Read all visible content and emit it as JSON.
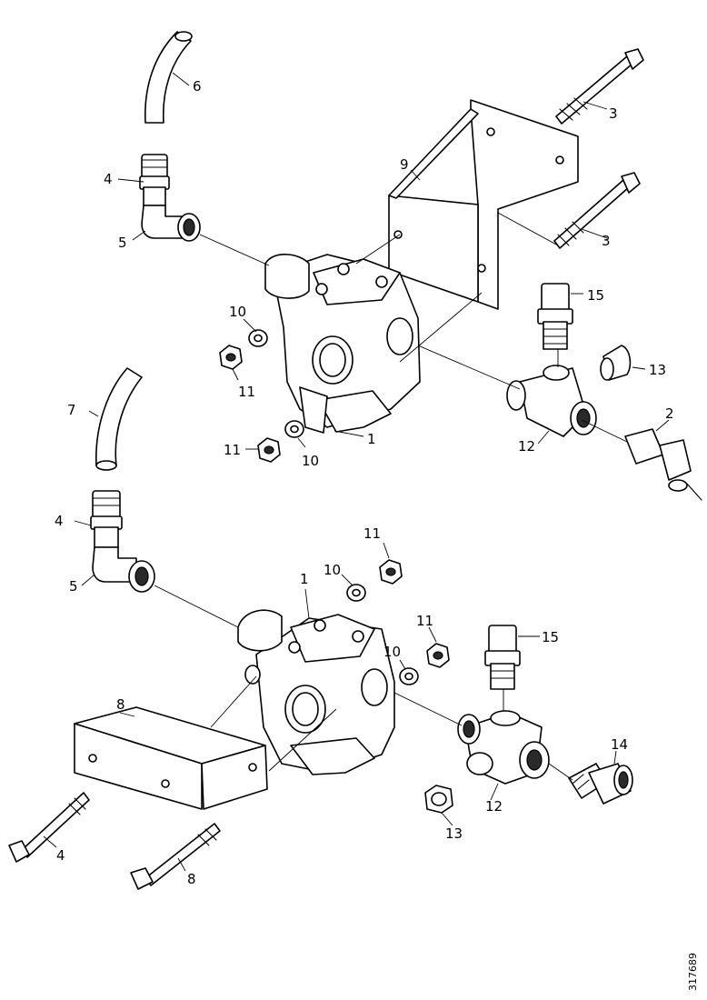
{
  "drawing_code": "317689",
  "callouts": {
    "upper": {
      "1": "1",
      "2": "2",
      "3a": "3",
      "3b": "3",
      "4": "4",
      "5": "5",
      "6": "6",
      "7": "7",
      "9": "9",
      "10a": "10",
      "10b": "10",
      "11a": "11",
      "11b": "11",
      "12": "12",
      "13": "13",
      "15": "15"
    },
    "lower": {
      "1": "1",
      "4a": "4",
      "4b": "4",
      "5": "5",
      "8a": "8",
      "8b": "8",
      "10a": "10",
      "10b": "10",
      "11a": "11",
      "11b": "11",
      "12": "12",
      "13": "13",
      "14": "14",
      "15": "15"
    }
  }
}
